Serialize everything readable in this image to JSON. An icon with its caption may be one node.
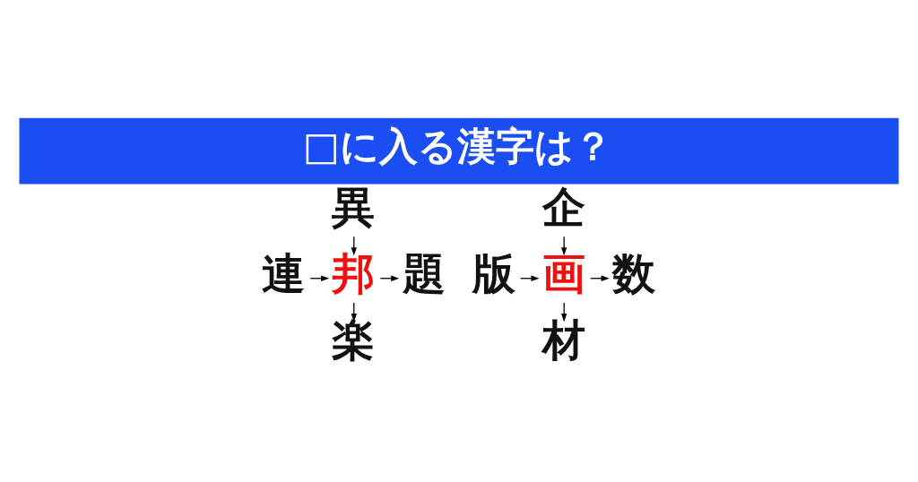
{
  "diagram": {
    "title": "□に入る漢字は？",
    "nodes": [
      {
        "text": [
          "異"
        ]
      },
      {
        "text": [
          "連"
        ]
      },
      {
        "text": [
          "邦"
        ]
      },
      {
        "text": [
          "題"
        ]
      },
      {
        "text": [
          "楽"
        ]
      },
      {
        "text": [
          "企"
        ]
      },
      {
        "text": [
          "版"
        ]
      },
      {
        "text": [
          "画"
        ]
      },
      {
        "text": [
          "数"
        ]
      },
      {
        "text": [
          "材"
        ]
      }
    ],
    "edges": [
      {
        "from": 0,
        "to": 2,
        "arrow": "to"
      },
      {
        "from": 1,
        "to": 2,
        "arrow": "to"
      },
      {
        "from": 2,
        "to": 3,
        "arrow": "to"
      },
      {
        "from": 2,
        "to": 4,
        "arrow": "to"
      },
      {
        "from": 5,
        "to": 7,
        "arrow": "to"
      },
      {
        "from": 6,
        "to": 7,
        "arrow": "to"
      },
      {
        "from": 7,
        "to": 8,
        "arrow": "to"
      },
      {
        "from": 7,
        "to": 9,
        "arrow": "to"
      }
    ]
  }
}
